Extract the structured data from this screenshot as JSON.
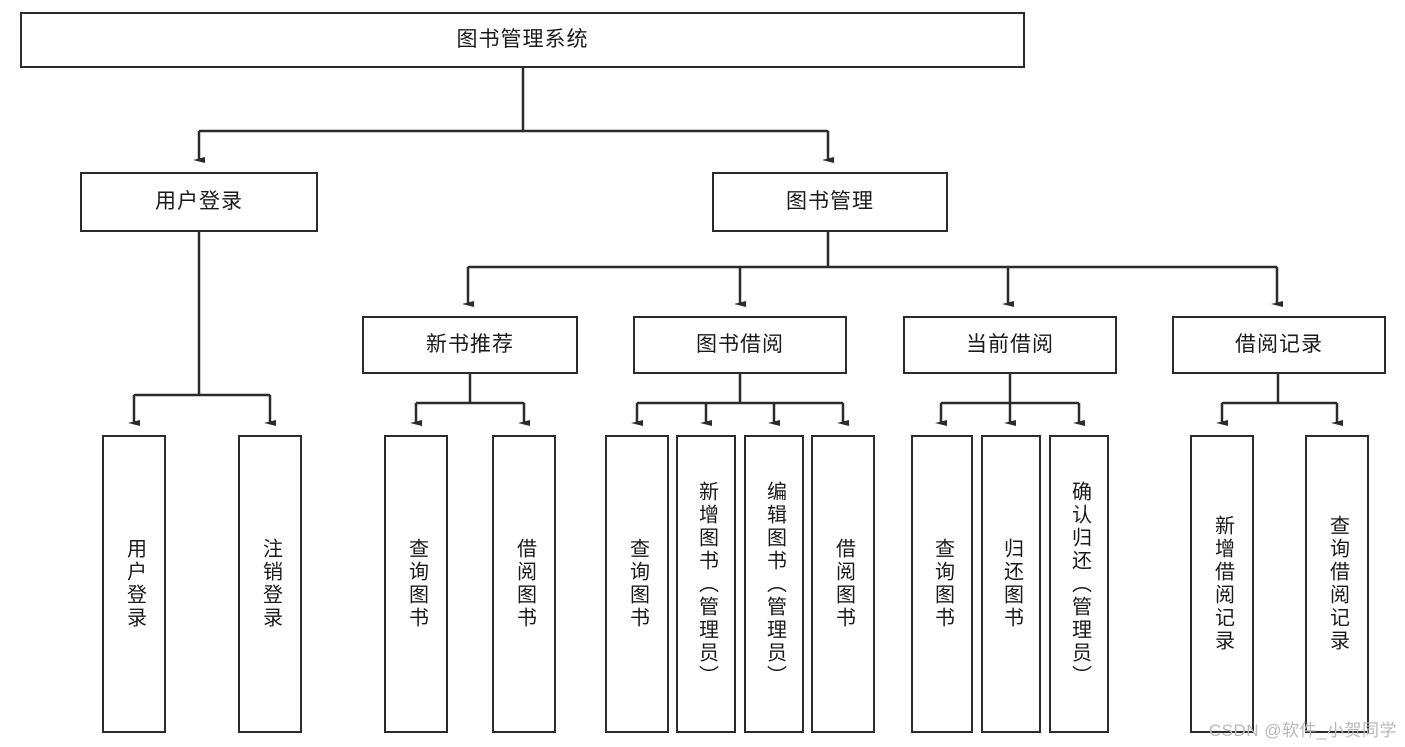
{
  "diagram": {
    "title": "图书管理系统",
    "watermark": "CSDN @软件_小贺同学",
    "colors": {
      "stroke": "#2b2b2b",
      "text": "#1a1a1a",
      "background": "#ffffff",
      "watermark": "#b9b9b9"
    },
    "levels": {
      "root": {
        "label": "图书管理系统"
      },
      "level2": [
        {
          "label": "用户登录"
        },
        {
          "label": "图书管理"
        }
      ],
      "level3": [
        {
          "label": "新书推荐"
        },
        {
          "label": "图书借阅"
        },
        {
          "label": "当前借阅"
        },
        {
          "label": "借阅记录"
        }
      ],
      "leaves": {
        "user_login": [
          {
            "label": "用户登录"
          },
          {
            "label": "注销登录"
          }
        ],
        "new_book_recommend": [
          {
            "label": "查询图书"
          },
          {
            "label": "借阅图书"
          }
        ],
        "book_borrow": [
          {
            "label": "查询图书"
          },
          {
            "label": "新增图书（管理员）"
          },
          {
            "label": "编辑图书（管理员）"
          },
          {
            "label": "借阅图书"
          }
        ],
        "current_borrow": [
          {
            "label": "查询图书"
          },
          {
            "label": "归还图书"
          },
          {
            "label": "确认归还（管理员）"
          }
        ],
        "borrow_record": [
          {
            "label": "新增借阅记录"
          },
          {
            "label": "查询借阅记录"
          }
        ]
      }
    }
  }
}
